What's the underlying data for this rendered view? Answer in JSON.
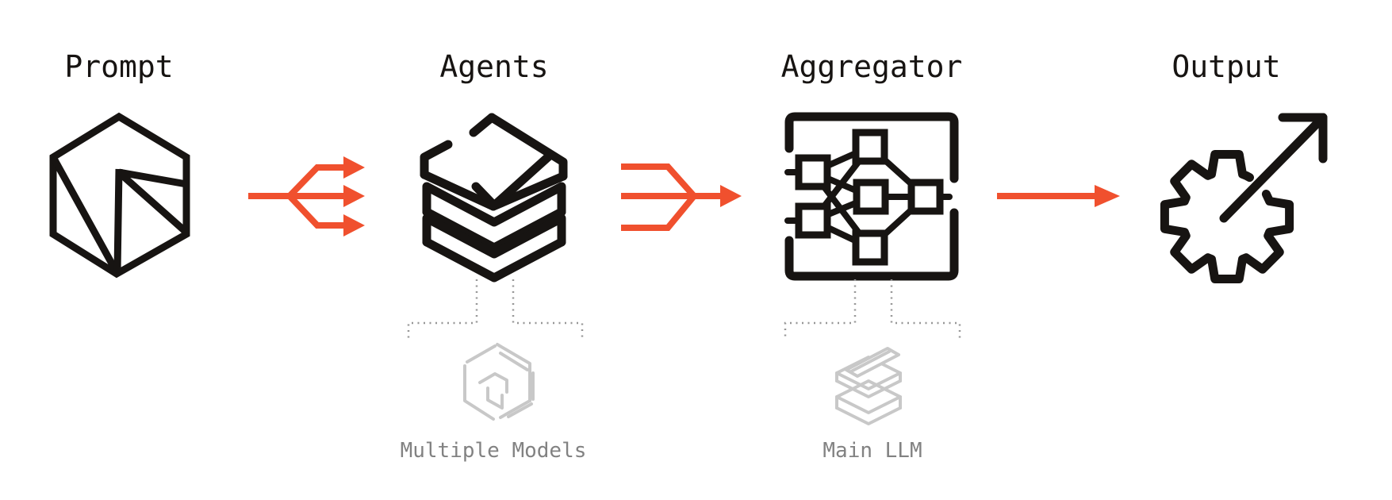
{
  "theme": {
    "accent": "#f0502e",
    "ink": "#171412",
    "muted_icon": "#c8c8c8",
    "muted_text": "#828282",
    "dotted": "#979797",
    "background": "#ffffff"
  },
  "stages": [
    {
      "label": "Prompt",
      "icon": "hexagon-prompt-icon"
    },
    {
      "label": "Agents",
      "icon": "layer-stack-icon",
      "annotation": {
        "label": "Multiple Models",
        "icon": "cube-icon"
      }
    },
    {
      "label": "Aggregator",
      "icon": "neural-network-icon",
      "annotation": {
        "label": "Main LLM",
        "icon": "stacked-boxes-icon"
      }
    },
    {
      "label": "Output",
      "icon": "gear-arrow-icon"
    }
  ],
  "connectors": [
    {
      "name": "fan-out-arrow",
      "from": "Prompt",
      "to": "Agents",
      "branches": 3
    },
    {
      "name": "fan-in-arrow",
      "from": "Agents",
      "to": "Aggregator",
      "branches": 3
    },
    {
      "name": "straight-arrow",
      "from": "Aggregator",
      "to": "Output",
      "branches": 1
    }
  ]
}
